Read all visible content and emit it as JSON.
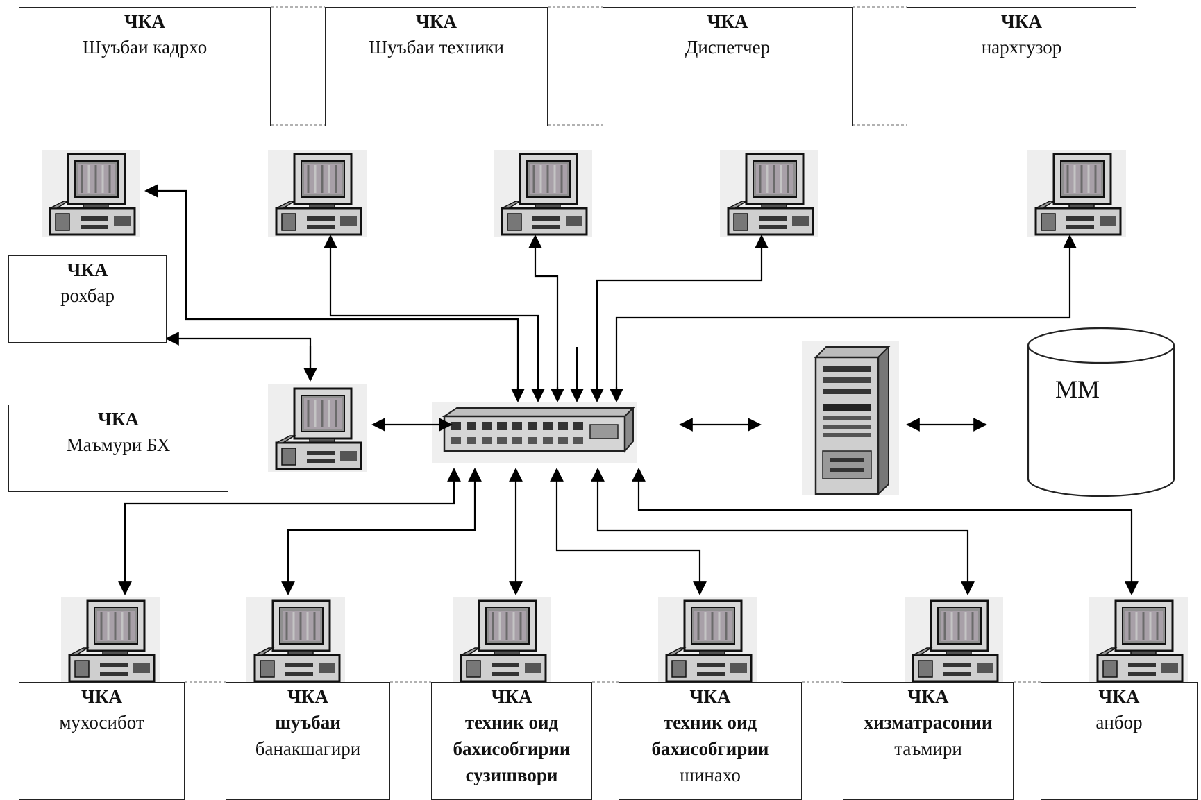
{
  "top_units": [
    {
      "head": "ЧКА",
      "body": [
        "Шуъбаи кадрхо"
      ]
    },
    {
      "head": "ЧКА",
      "body": [
        "Шуъбаи техники"
      ]
    },
    {
      "head": "ЧКА",
      "body": [
        "Диспетчер"
      ]
    },
    {
      "head": "ЧКА",
      "body": [
        "нархгузор"
      ]
    }
  ],
  "left_units": [
    {
      "head": "ЧКА",
      "body": [
        "рохбар"
      ]
    },
    {
      "head": "ЧКА",
      "body": [
        "Маъмури БХ"
      ]
    }
  ],
  "bottom_units": [
    {
      "head": "ЧКА",
      "body": [
        "мухосибот"
      ]
    },
    {
      "head": "ЧКА",
      "body": [
        "шуъбаи",
        "банакшагири"
      ]
    },
    {
      "head": "ЧКА",
      "body": [
        "техник оид",
        "бахисобгирии",
        "сузишвори"
      ]
    },
    {
      "head": "ЧКА",
      "body": [
        "техник оид",
        "бахисобгирии",
        "шинахо"
      ]
    },
    {
      "head": "ЧКА",
      "body": [
        "хизматрасонии",
        "таъмири"
      ]
    },
    {
      "head": "ЧКА",
      "body": [
        "анбор"
      ]
    }
  ],
  "database": {
    "label": "ММ"
  },
  "icons": {
    "workstation": "computer-icon",
    "hub": "network-switch-icon",
    "server": "server-tower-icon",
    "database": "database-cylinder-icon"
  }
}
